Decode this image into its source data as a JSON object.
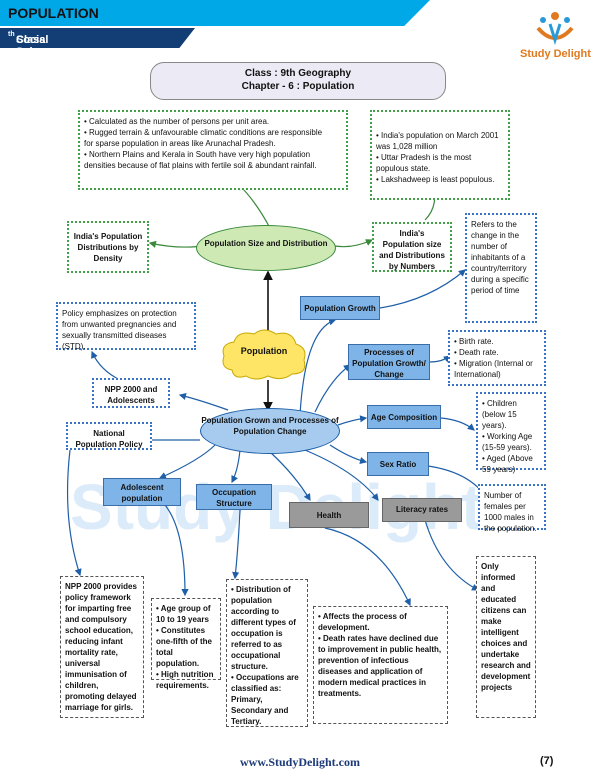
{
  "header": {
    "topic": "POPULATION",
    "class_label": "Class 9",
    "class_sup": "th",
    "class_subject": " Social Science"
  },
  "logo": {
    "text": "Study Delight"
  },
  "title": {
    "line1": "Class : 9th Geography",
    "line2": "Chapter - 6 : Population"
  },
  "nodes": {
    "density_facts": [
      "• Calculated as the number of persons per unit area.",
      "• Rugged terrain & unfavourable climatic conditions are responsible",
      "   for sparse population in areas like Arunachal Pradesh.",
      "• Northern Plains and Kerala in South have very high population densities  because of flat plains with fertile soil & abundant rainfall."
    ],
    "numbers_facts": [
      "• India's population on March 2001 was 1,028 million",
      "• Uttar Pradesh is the most populous state.",
      "• Lakshadweep is least populous."
    ],
    "distribution_density": "India's Population Distributions by Density",
    "size_distribution": "Population Size and Distribution",
    "distribution_numbers": "India's Population size and Distributions by Numbers",
    "growth_definition": "Refers to the change in the number of inhabitants of a country/territory during a specific period of time",
    "policy_emphasis": "Policy emphasizes on protection from unwanted pregnancies and sexually transmitted diseases (STD).",
    "population": "Population",
    "population_growth": "Population Growth",
    "processes_change": "Processes of Population Growth/ Change",
    "processes_list": [
      "• Birth rate.",
      "• Death rate.",
      "• Migration (Internal or International)"
    ],
    "npp_adolescents": "NPP 2000 and Adolescents",
    "grown_processes": "Population Grown and Processes of Population Change",
    "age_composition": "Age Composition",
    "age_list": [
      "• Children (below 15 years).",
      "• Working Age (15-59 years).",
      "• Aged (Above 59 years)"
    ],
    "national_policy": "National Population Policy",
    "sex_ratio": "Sex Ratio",
    "sex_ratio_def": "Number of females per 1000 males in the population.",
    "adolescent_population": "Adolescent population",
    "occupation_structure": "Occupation Structure",
    "health": "Health",
    "literacy_rates": "Literacy rates",
    "npp_framework": "NPP 2000 provides policy framework for imparting free and compulsory school education, reducing infant mortality rate, universal immunisation of children, promoting delayed marriage for girls.",
    "adolescent_list": [
      "• Age group of 10 to 19 years",
      "• Constitutes one-fifth of the total population.",
      "• High nutrition requirements."
    ],
    "occupation_list": [
      "• Distribution of population according to different types of occupation is referred to as occupational structure.",
      "• Occupations are classified as: Primary, Secondary and Tertiary."
    ],
    "health_list": [
      "• Affects the process of development.",
      "• Death rates have declined due to improvement in public health, prevention of infectious diseases and application of modern medical practices in treatments."
    ],
    "literacy_def": "Only informed and educated citizens can make intelligent choices and undertake research and development projects"
  },
  "watermark": "Study Delight",
  "footer": {
    "url": "www.StudyDelight.com",
    "page": "(7)"
  }
}
